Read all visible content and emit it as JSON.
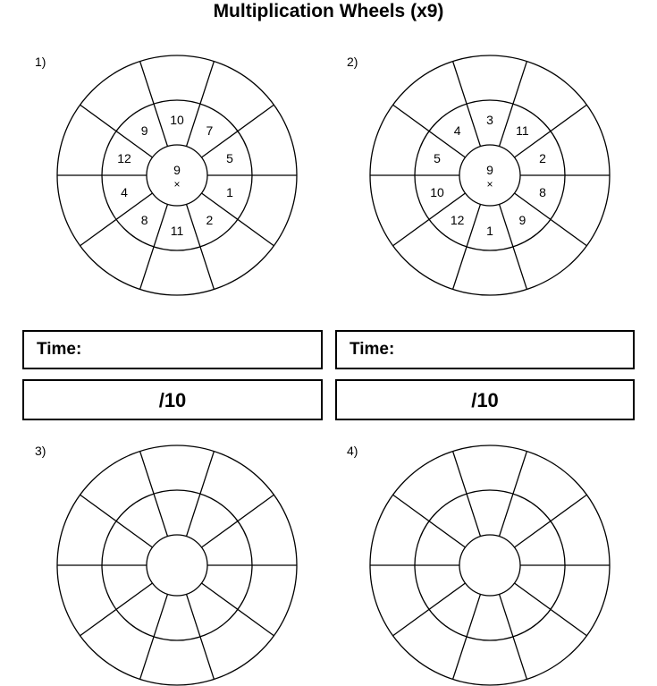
{
  "title": "Multiplication Wheels (x9)",
  "multiply_sign": "×",
  "wheels": [
    {
      "label": "1)",
      "center": "9",
      "numbers": [
        "10",
        "7",
        "5",
        "1",
        "2",
        "11",
        "8",
        "4",
        "12",
        "9"
      ]
    },
    {
      "label": "2)",
      "center": "9",
      "numbers": [
        "3",
        "11",
        "2",
        "8",
        "9",
        "1",
        "12",
        "10",
        "5",
        "4"
      ]
    },
    {
      "label": "3)",
      "center": "",
      "numbers": []
    },
    {
      "label": "4)",
      "center": "",
      "numbers": []
    }
  ],
  "time_label": "Time:",
  "score_label": "/10"
}
